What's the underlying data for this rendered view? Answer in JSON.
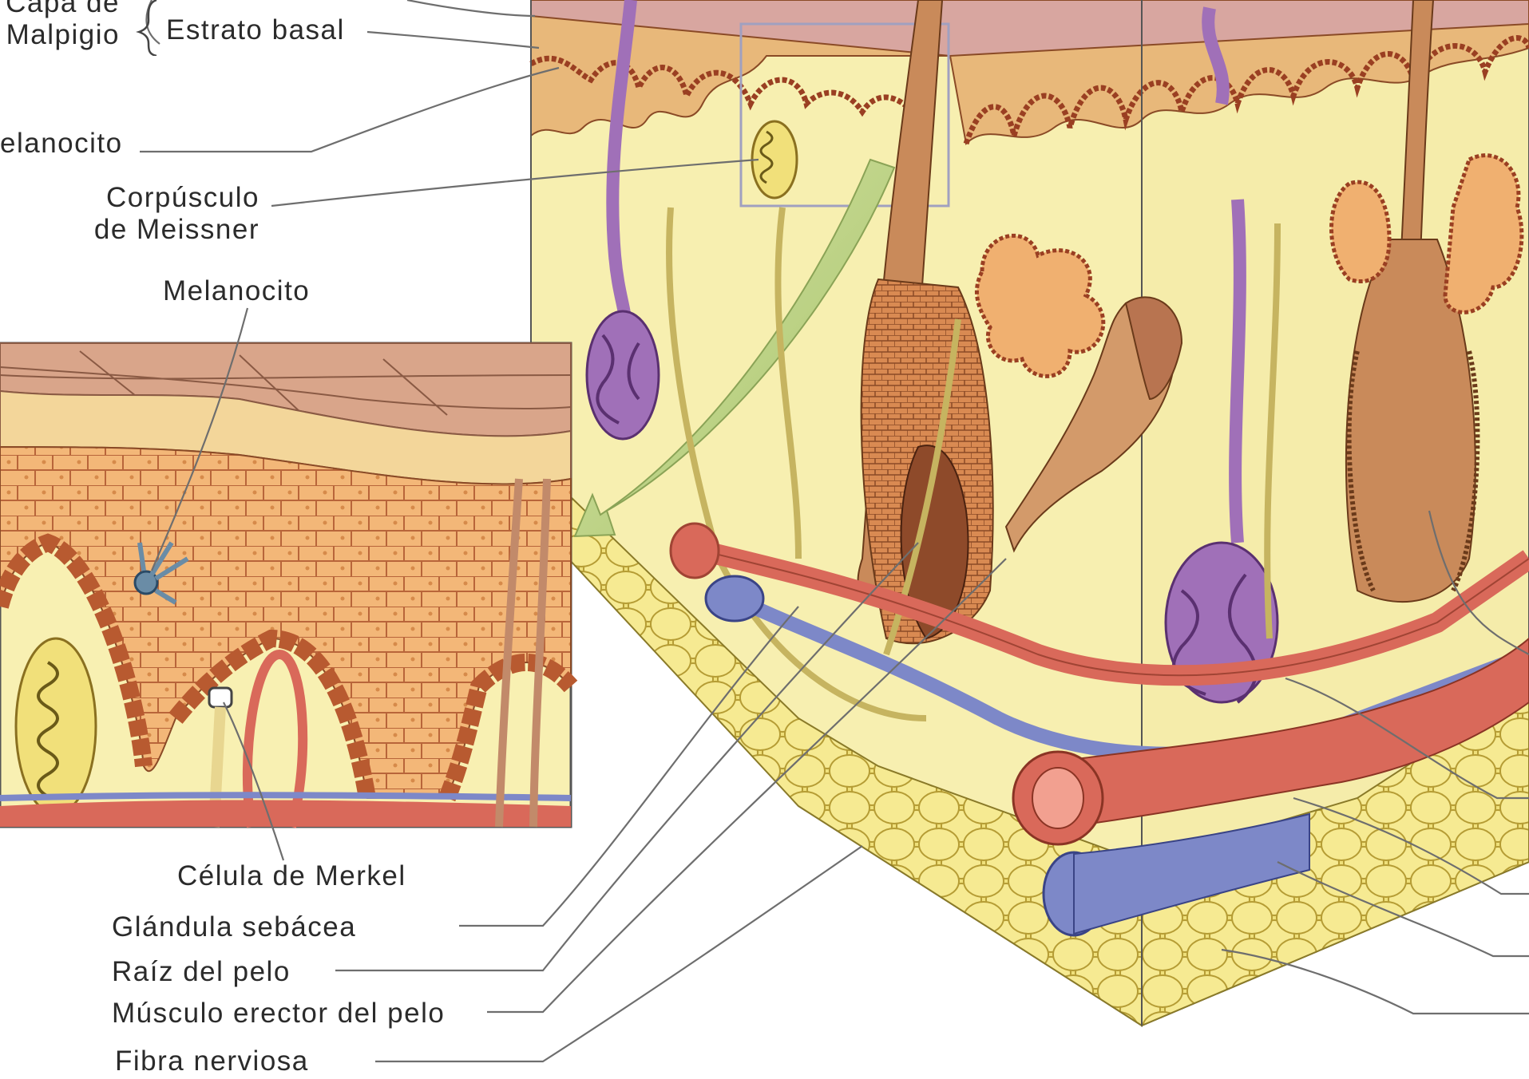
{
  "labels": {
    "capa_de_malpigio_line1": "Capa de",
    "capa_de_malpigio_line2": "Malpigio",
    "estrato_basal": "Estrato basal",
    "melanocito_top": "elanocito",
    "corpusculo_line1": "Corpúsculo",
    "corpusculo_line2": "de Meissner",
    "melanocito_inset": "Melanocito",
    "celula_merkel": "Célula de Merkel",
    "glandula_sebacea": "Glándula sebácea",
    "raiz_pelo": "Raíz del pelo",
    "musculo_erector": "Músculo erector del pelo",
    "fibra_nerviosa": "Fibra nerviosa"
  },
  "colors": {
    "dermis": "#f7efb0",
    "epidermis": "#e8b87a",
    "cell_fill": "#f0b070",
    "cell_border": "#c06a3a",
    "fat": "#f2e27a",
    "fat_border": "#b39a30",
    "artery": "#d9695a",
    "vein": "#7d88c8",
    "sweat_gland": "#a070b8",
    "muscle": "#c98a5a",
    "leader": "#6a6a6a"
  }
}
